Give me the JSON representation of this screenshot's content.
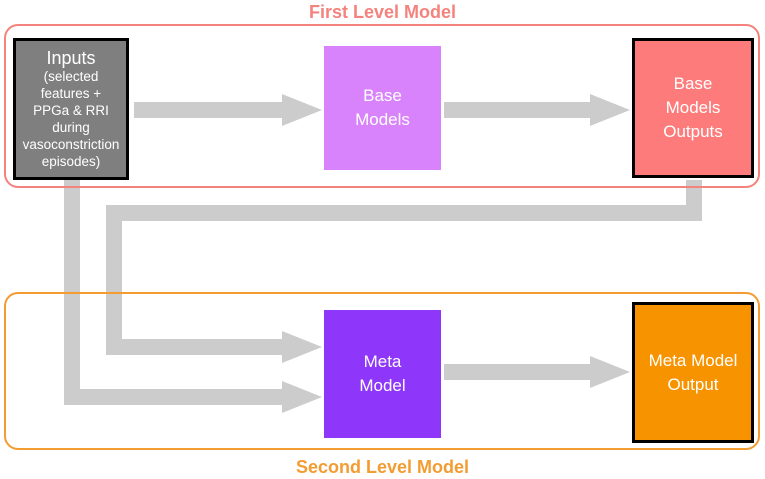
{
  "first_level": {
    "title": "First Level Model",
    "color": "#f4837d"
  },
  "second_level": {
    "title": "Second Level Model",
    "color": "#f39c32"
  },
  "nodes": {
    "inputs": {
      "title": "Inputs",
      "detail": "(selected\nfeatures +\nPPGa & RRI\nduring\nvasoconstriction\nepisodes)",
      "color": "#7f7f7f"
    },
    "base_models": {
      "label": "Base\nModels",
      "color": "#d883fb"
    },
    "base_models_outputs": {
      "label": "Base\nModels\nOutputs",
      "color": "#fd7b7b"
    },
    "meta_model": {
      "label": "Meta\nModel",
      "color": "#8e36f9"
    },
    "meta_model_output": {
      "label": "Meta Model\nOutput",
      "color": "#f89300"
    }
  },
  "arrow_color": "#cccccc"
}
